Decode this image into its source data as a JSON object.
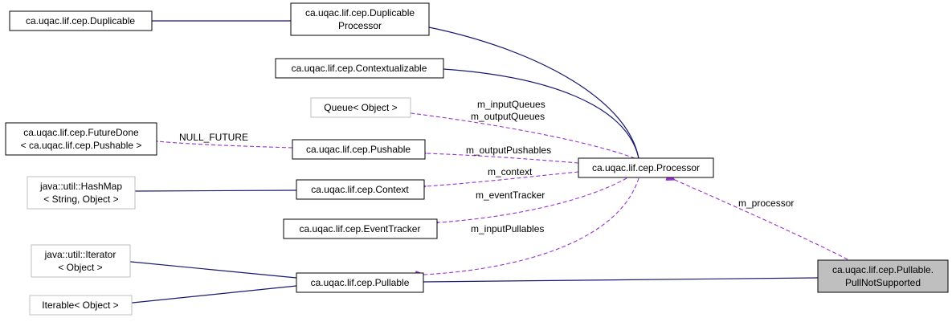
{
  "diagram": {
    "colors": {
      "inheritance_arrow": "#191970",
      "usage_arrow": "#9a32cd",
      "focus_fill": "#bfbfbf",
      "external_border": "#bfbfbf"
    },
    "nodes": {
      "duplicable": [
        "ca.uqac.lif.cep.Duplicable"
      ],
      "duplicable_processor": [
        "ca.uqac.lif.cep.Duplicable",
        "Processor"
      ],
      "contextualizable": [
        "ca.uqac.lif.cep.Contextualizable"
      ],
      "queue": [
        "Queue< Object >"
      ],
      "future_done": [
        "ca.uqac.lif.cep.FutureDone",
        "< ca.uqac.lif.cep.Pushable >"
      ],
      "pushable": [
        "ca.uqac.lif.cep.Pushable"
      ],
      "processor": [
        "ca.uqac.lif.cep.Processor"
      ],
      "hashmap": [
        "java::util::HashMap",
        "< String, Object >"
      ],
      "context": [
        "ca.uqac.lif.cep.Context"
      ],
      "event_tracker": [
        "ca.uqac.lif.cep.EventTracker"
      ],
      "iterator": [
        "java::util::Iterator",
        "< Object >"
      ],
      "pullable": [
        "ca.uqac.lif.cep.Pullable"
      ],
      "iterable": [
        "Iterable< Object >"
      ],
      "pull_not_supported": [
        "ca.uqac.lif.cep.Pullable.",
        "PullNotSupported"
      ]
    },
    "edge_labels": {
      "queues": [
        "m_inputQueues",
        "m_outputQueues"
      ],
      "null_future": "NULL_FUTURE",
      "output_pushables": "m_outputPushables",
      "context": "m_context",
      "event_tracker": "m_eventTracker",
      "input_pullables": "m_inputPullables",
      "processor": "m_processor"
    }
  }
}
